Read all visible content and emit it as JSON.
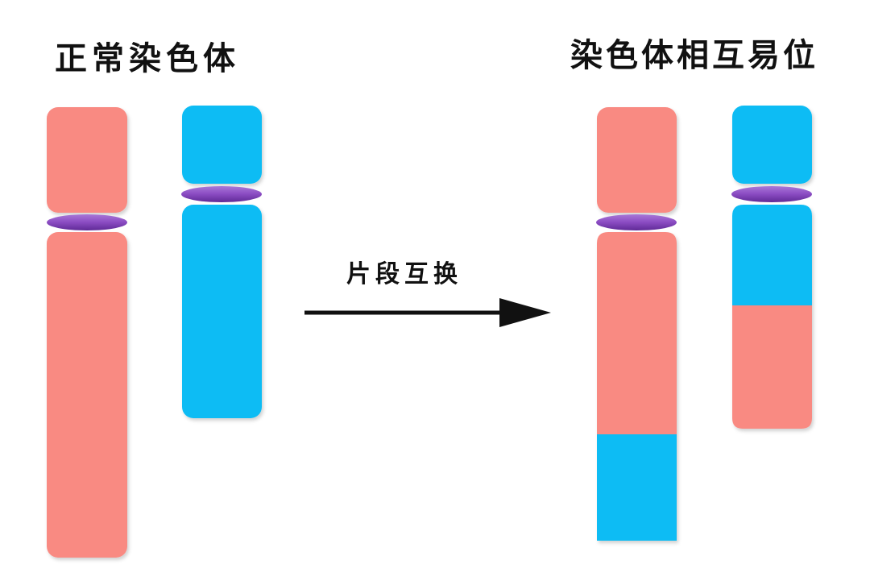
{
  "diagram": {
    "left_title": "正常染色体",
    "right_title": "染色体相互易位",
    "arrow_label": "片段互换",
    "colors": {
      "red_chromosome": "#f98a82",
      "blue_chromosome": "#0abcf4",
      "centromere": "#8a4bc2",
      "arrow": "#111111"
    }
  }
}
